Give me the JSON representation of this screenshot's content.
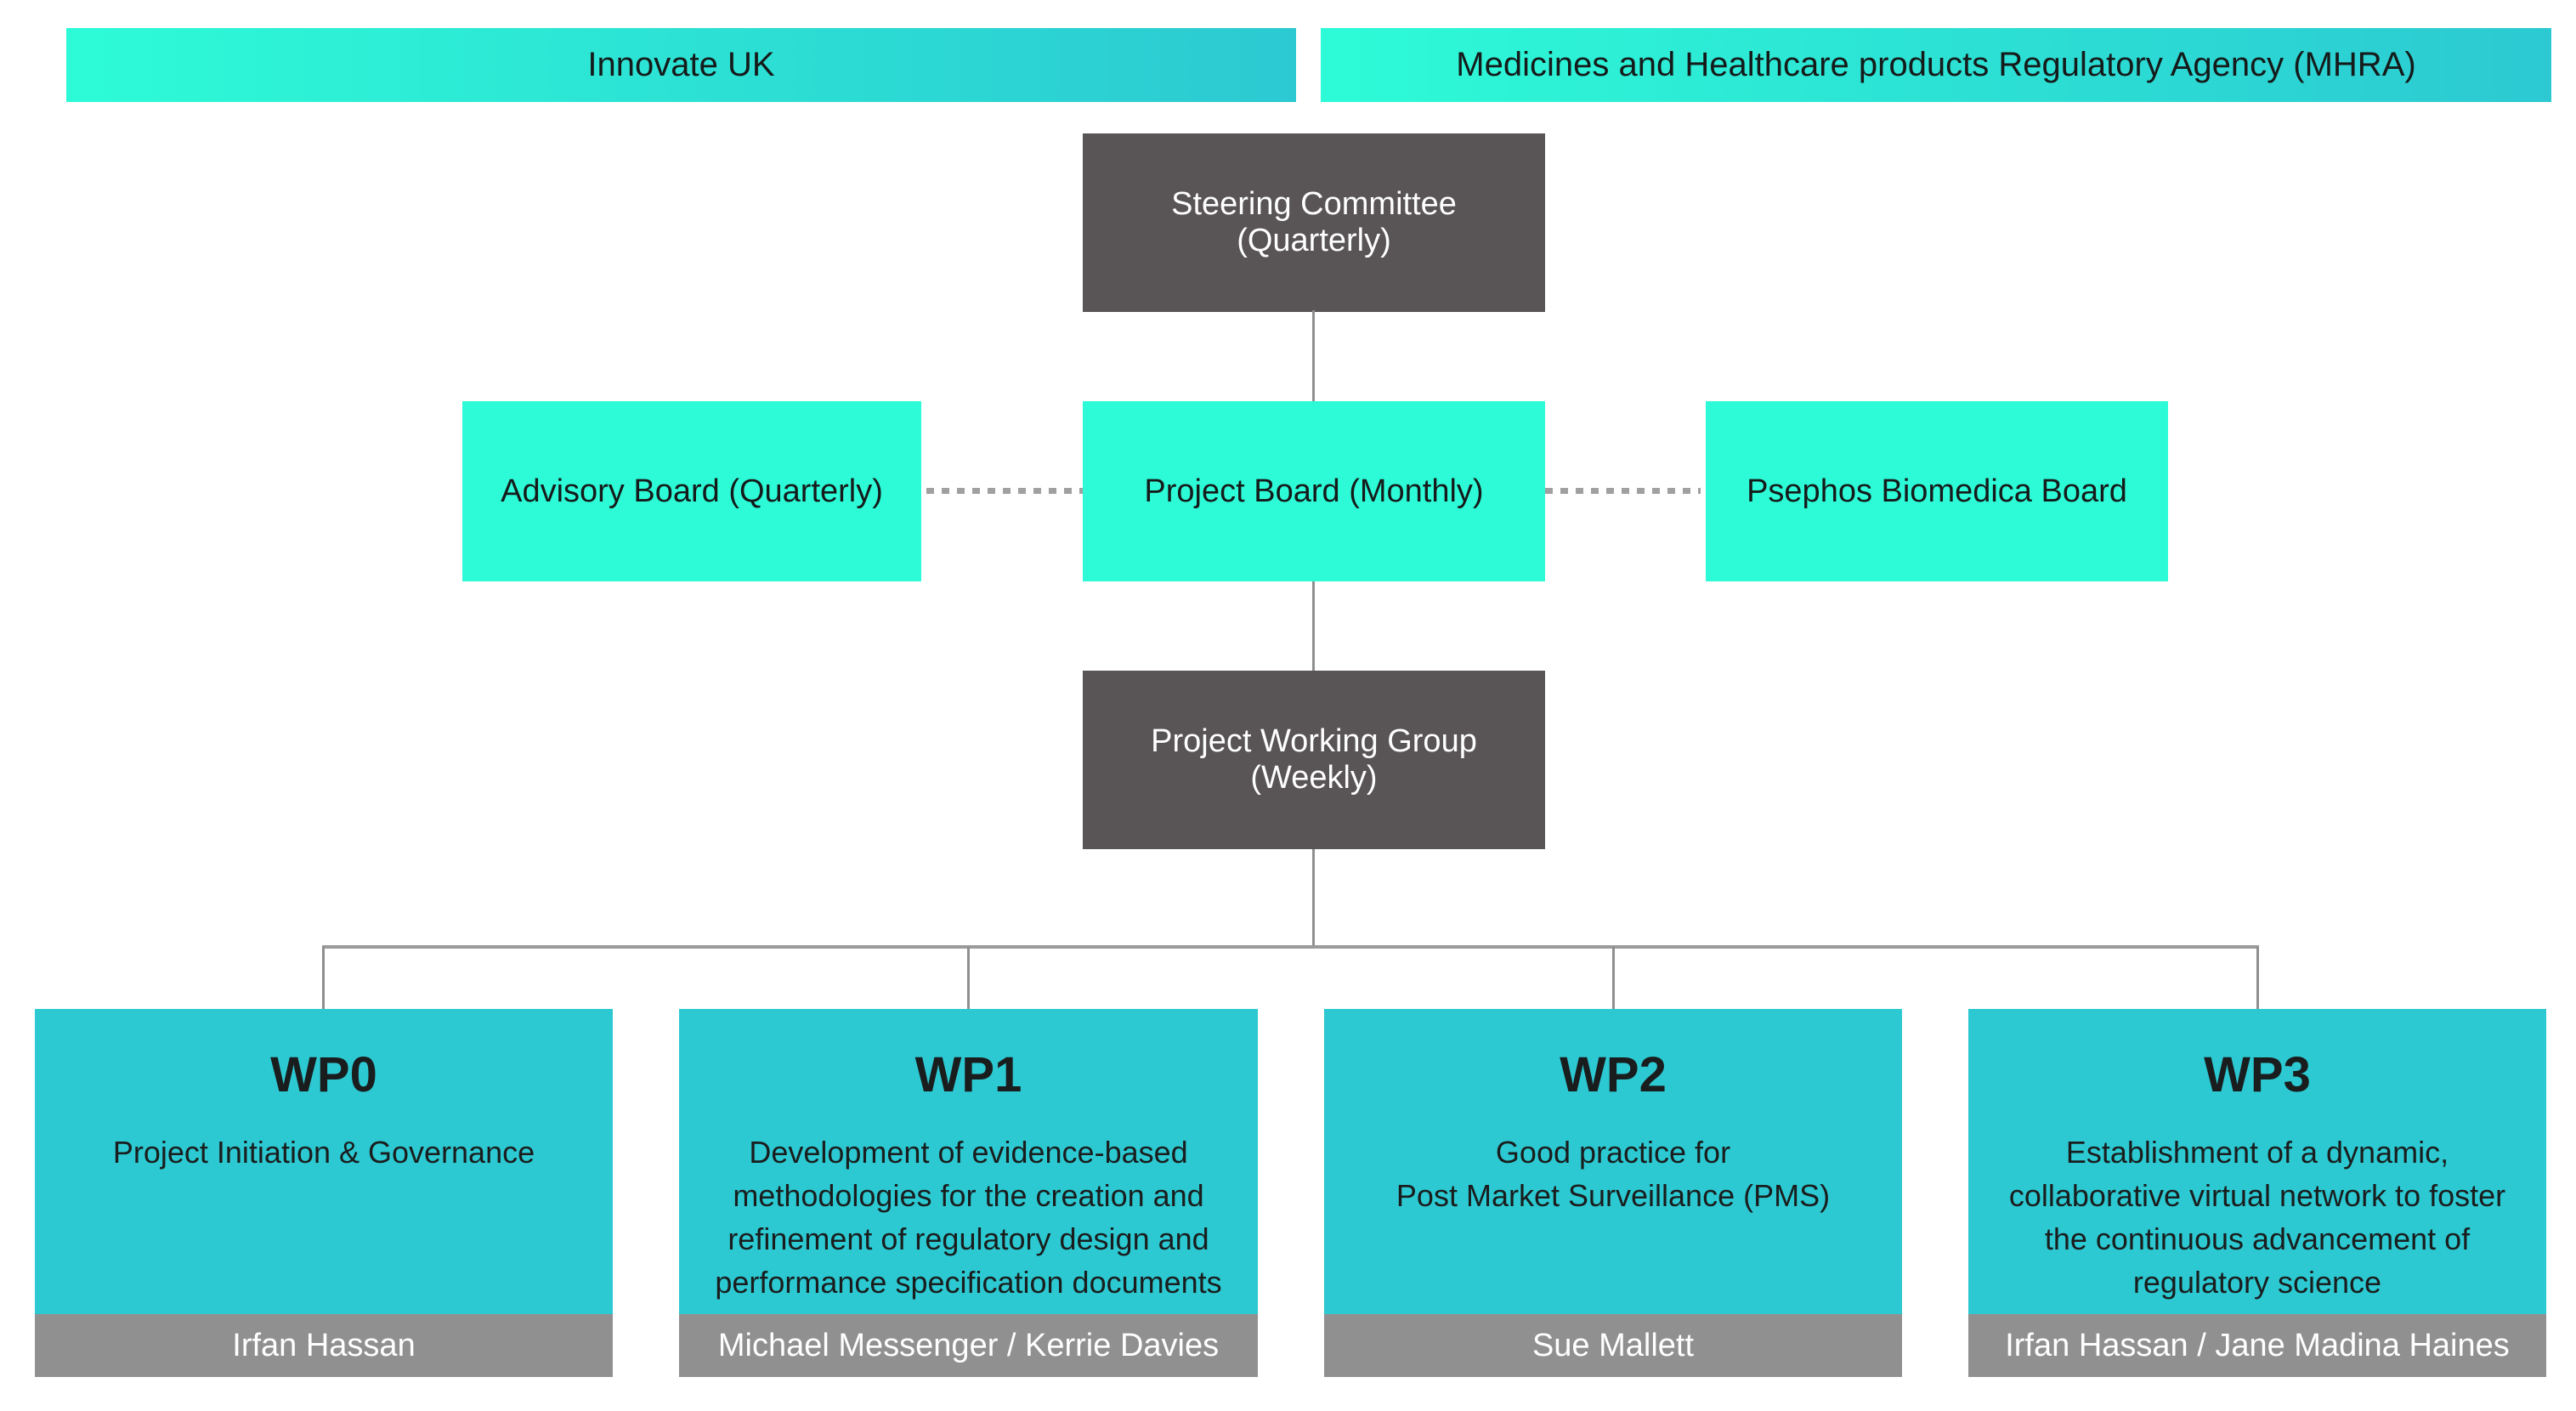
{
  "header_bars": [
    {
      "label": "Innovate UK"
    },
    {
      "label": "Medicines and Healthcare products Regulatory Agency (MHRA)"
    }
  ],
  "nodes": {
    "steering": {
      "label": "Steering Committee (Quarterly)"
    },
    "advisory": {
      "label": "Advisory Board (Quarterly)"
    },
    "project_board": {
      "label": "Project Board (Monthly)"
    },
    "psephos": {
      "label": "Psephos Biomedica Board"
    },
    "working_group": {
      "label": "Project Working Group (Weekly)"
    }
  },
  "work_packages": [
    {
      "title": "WP0",
      "description": "Project Initiation & Governance",
      "lead": "Irfan Hassan"
    },
    {
      "title": "WP1",
      "description": "Development of evidence-based\nmethodologies for the creation and\nrefinement of regulatory design and\nperformance specification documents",
      "lead": "Michael Messenger / Kerrie Davies"
    },
    {
      "title": "WP2",
      "description": "Good practice for\nPost Market Surveillance (PMS)",
      "lead": "Sue Mallett"
    },
    {
      "title": "WP3",
      "description": "Establishment of a dynamic,\ncollaborative virtual network to foster\nthe continuous advancement of\nregulatory science",
      "lead": "Irfan Hassan / Jane Madina Haines"
    }
  ],
  "colors": {
    "bright_teal": "#2DFBD7",
    "cyan_teal": "#2CC9D2",
    "dark_gray_box": "#595456",
    "footer_gray": "#909090",
    "connector_gray": "#8F8F8F",
    "text_dark": "#1A1D1D",
    "text_light": "#FFFFFF"
  }
}
